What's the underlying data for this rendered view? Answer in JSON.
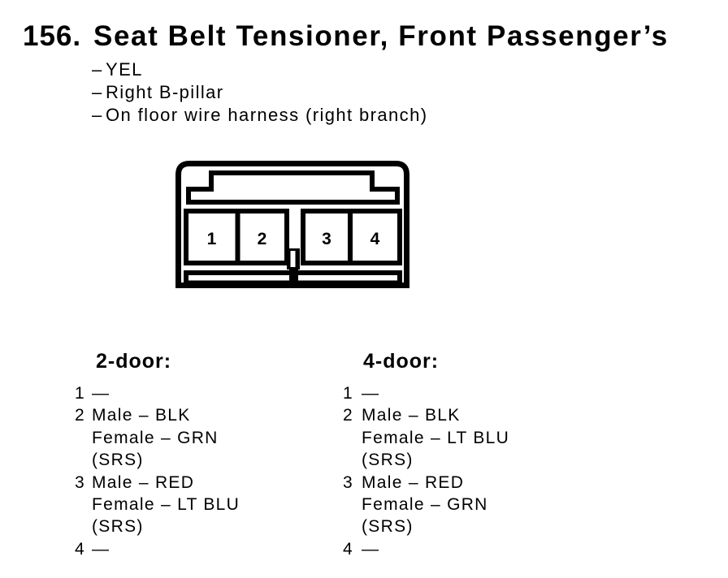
{
  "page": {
    "item_number": "156.",
    "title": "Seat Belt Tensioner, Front Passenger’s",
    "bullet_dash": "–",
    "bullets": [
      "YEL",
      "Right B-pillar",
      "On floor wire harness (right branch)"
    ]
  },
  "connector": {
    "pins": [
      "1",
      "2",
      "3",
      "4"
    ]
  },
  "columns": [
    {
      "heading": "2-door:",
      "entries": [
        {
          "pin": "1",
          "lines": [
            "—"
          ]
        },
        {
          "pin": "2",
          "lines": [
            "Male – BLK",
            "Female – GRN",
            "(SRS)"
          ]
        },
        {
          "pin": "3",
          "lines": [
            "Male – RED",
            "Female – LT BLU",
            "(SRS)"
          ]
        },
        {
          "pin": "4",
          "lines": [
            "—"
          ]
        }
      ]
    },
    {
      "heading": "4-door:",
      "entries": [
        {
          "pin": "1",
          "lines": [
            "—"
          ]
        },
        {
          "pin": "2",
          "lines": [
            "Male – BLK",
            "Female – LT BLU",
            "(SRS)"
          ]
        },
        {
          "pin": "3",
          "lines": [
            "Male – RED",
            "Female – GRN",
            "(SRS)"
          ]
        },
        {
          "pin": "4",
          "lines": [
            "—"
          ]
        }
      ]
    }
  ],
  "colors": {
    "ink": "#000000",
    "paper": "#ffffff"
  }
}
